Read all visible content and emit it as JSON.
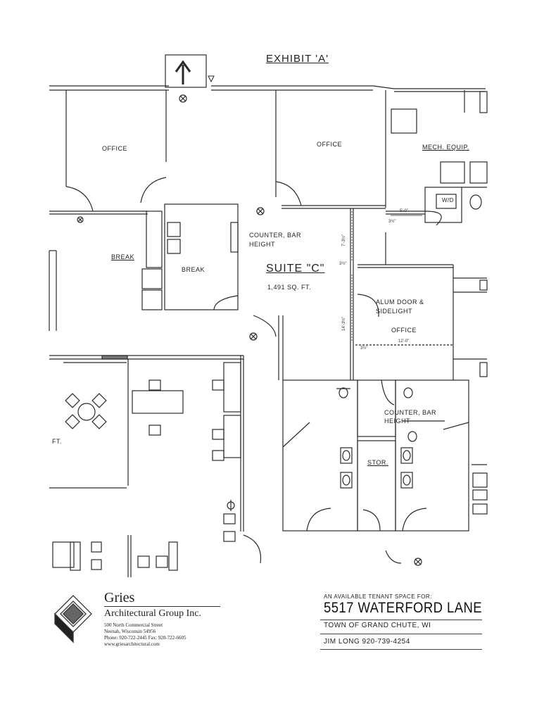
{
  "title": "EXHIBIT 'A'",
  "suite": {
    "name": "SUITE \"C\"",
    "area": "1,491 SQ. FT."
  },
  "rooms": {
    "office_left": "OFFICE",
    "office_center": "OFFICE",
    "mech": "MECH. EQUIP.",
    "break_outer": "BREAK",
    "break_inner": "BREAK",
    "office_right": "OFFICE",
    "stor": "STOR.",
    "wd": "W/D",
    "ft": "FT."
  },
  "notes": {
    "counter1_line1": "COUNTER, BAR",
    "counter1_line2": "HEIGHT",
    "counter2_line1": "COUNTER, BAR",
    "counter2_line2": "HEIGHT",
    "alum_line1": "ALUM DOOR &",
    "alum_line2": "SIDELIGHT"
  },
  "dimensions": {
    "d1": "5'-0\"",
    "d2": "3½\"",
    "d3": "7'-3½\"",
    "d4": "3½\"",
    "d5": "14'-3½\"",
    "d6": "12'-0\"",
    "d7": "3½\""
  },
  "firm": {
    "name": "Gries",
    "sub": "Architectural Group Inc.",
    "address1": "500 North Commercial Street",
    "address2": "Neenah, Wisconsin 54956",
    "phone": "Phone: 920-722-2445   Fax: 920-722-6605",
    "web": "www.griesarchitectural.com"
  },
  "title_block": {
    "heading": "AN AVAILABLE TENANT SPACE FOR:",
    "address": "5517 WATERFORD LANE",
    "town": "TOWN OF GRAND CHUTE,     WI",
    "contact": "JIM LONG   920-739-4254"
  }
}
